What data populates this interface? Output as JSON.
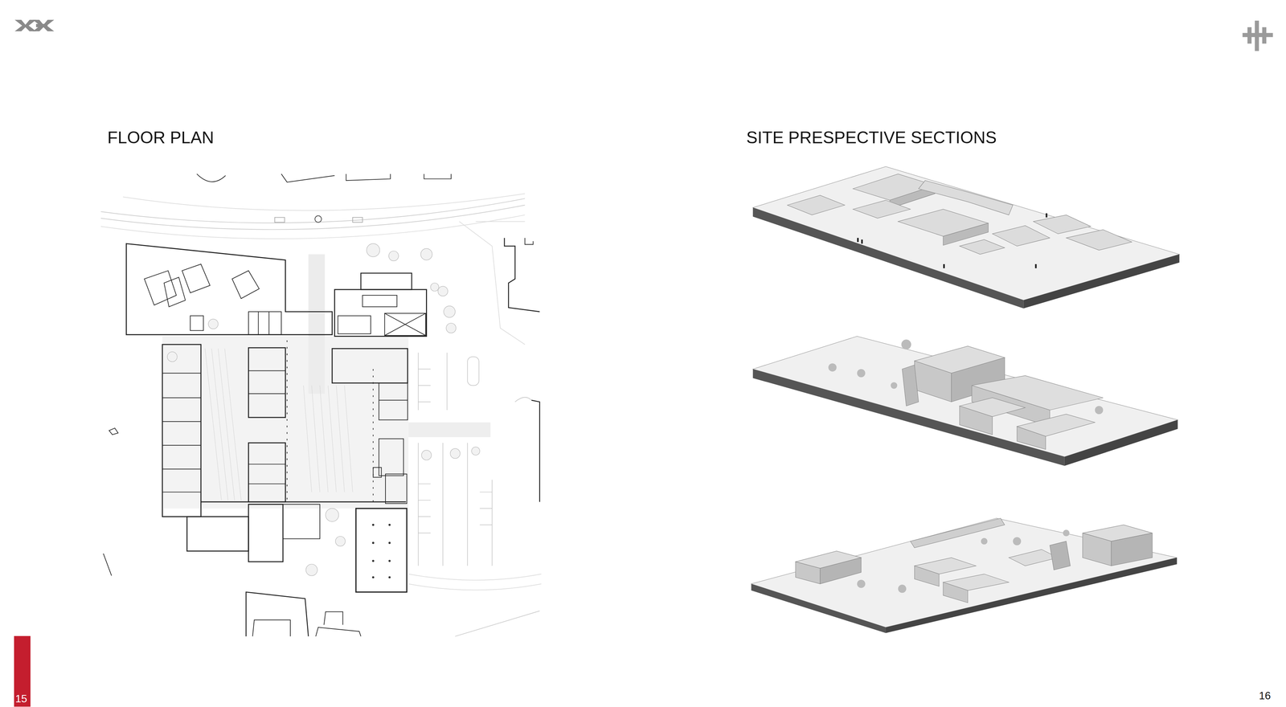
{
  "diagram": {
    "nodes": [
      {
        "text": [
          "15"
        ]
      }
    ],
    "labels": [
      "FLOOR PLAN",
      "SITE PRESPECTIVE SECTIONS",
      "16"
    ]
  }
}
